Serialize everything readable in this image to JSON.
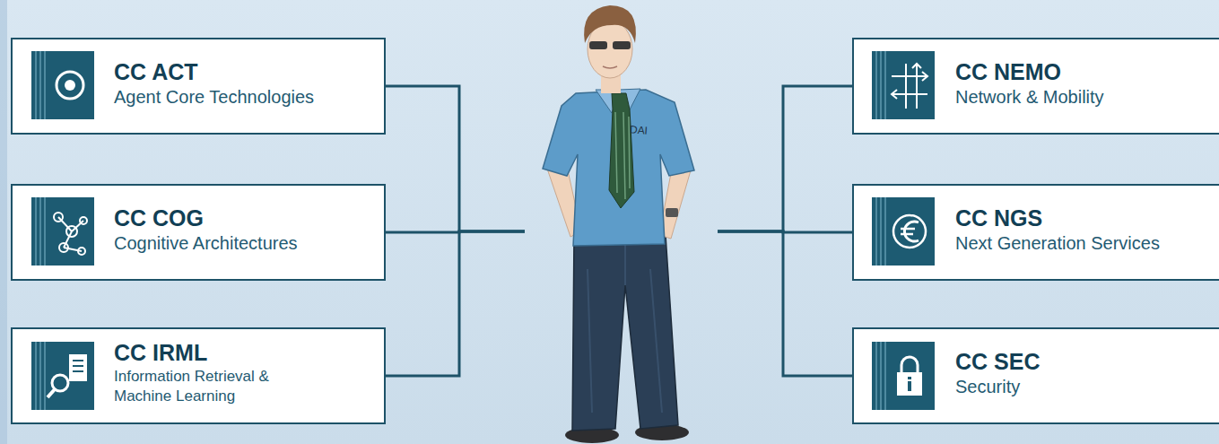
{
  "diagram": {
    "nodes": [
      {
        "text": [
          "CC ACT",
          "Agent Core Technologies"
        ]
      },
      {
        "text": [
          "CC COG",
          "Cognitive Architectures"
        ]
      },
      {
        "text": [
          "CC IRML",
          "Information Retrieval & Machine Learning"
        ]
      },
      {
        "text": [
          "DAI"
        ]
      },
      {
        "text": [
          "CC NEMO",
          "Network & Mobility"
        ]
      },
      {
        "text": [
          "CC NGS",
          "Next Generation Services"
        ]
      },
      {
        "text": [
          "CC SEC",
          "Security"
        ]
      }
    ],
    "edges": [
      {
        "from": 0,
        "to": 3,
        "arrow": "none"
      },
      {
        "from": 1,
        "to": 3,
        "arrow": "none"
      },
      {
        "from": 2,
        "to": 3,
        "arrow": "none"
      },
      {
        "from": 4,
        "to": 3,
        "arrow": "none"
      },
      {
        "from": 5,
        "to": 3,
        "arrow": "none"
      },
      {
        "from": 6,
        "to": 3,
        "arrow": "none"
      }
    ]
  }
}
